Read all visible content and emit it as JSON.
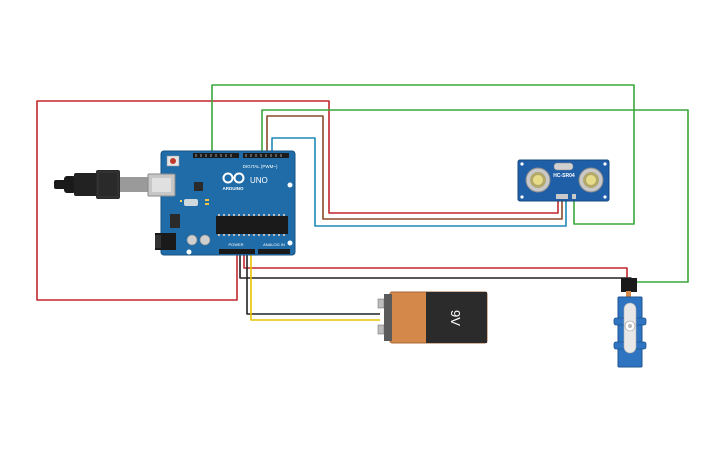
{
  "board": {
    "logo": "ARDUINO",
    "model": "UNO",
    "digital_label": "DIGITAL (PWM~)",
    "power_label": "POWER",
    "analog_label": "ANALOG IN"
  },
  "sensor": {
    "label": "HC-SR04"
  },
  "battery": {
    "label": "9V"
  },
  "colors": {
    "board": "#1f6ca8",
    "wire_red": "#c1272d",
    "wire_black": "#222222",
    "wire_green": "#3aa63a",
    "wire_brown": "#8a4a2a",
    "wire_blue": "#1e88b8",
    "wire_yellow": "#e8c400",
    "battery_body": "#d4894a",
    "servo_body": "#2f74c0"
  }
}
